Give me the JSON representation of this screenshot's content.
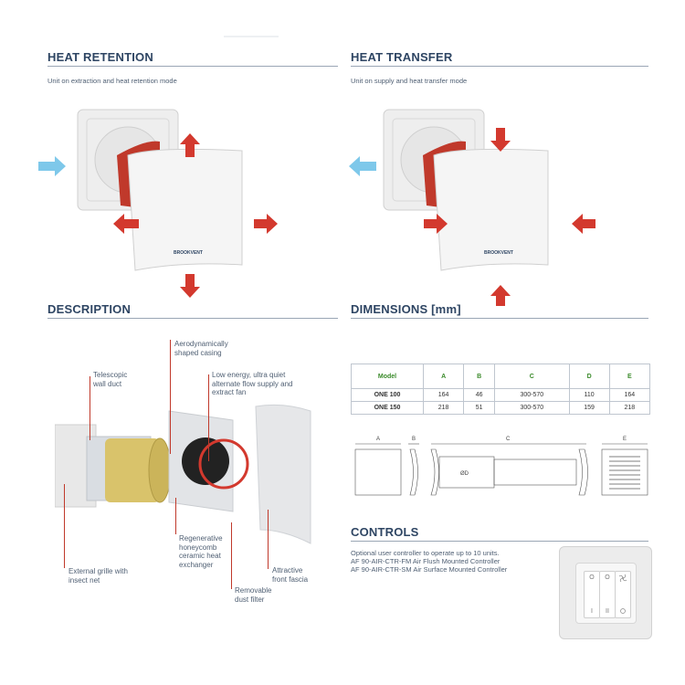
{
  "sections": {
    "heat_retention": {
      "title": "HEAT RETENTION",
      "subtitle": "Unit on extraction and heat retention mode"
    },
    "heat_transfer": {
      "title": "HEAT TRANSFER",
      "subtitle": "Unit on supply and heat transfer mode"
    },
    "description": {
      "title": "DESCRIPTION"
    },
    "dimensions": {
      "title": "DIMENSIONS [mm]"
    },
    "controls": {
      "title": "CONTROLS"
    }
  },
  "brand": "BROOKVENT",
  "callouts": {
    "casing": [
      "Aerodynamically",
      "shaped casing"
    ],
    "duct": [
      "Telescopic",
      "wall duct"
    ],
    "fan": [
      "Low energy, ultra quiet",
      "alternate flow supply and",
      "extract fan"
    ],
    "grille": [
      "External grille with",
      "insect net"
    ],
    "honeycomb": [
      "Regenerative",
      "honeycomb",
      "ceramic heat",
      "exchanger"
    ],
    "fascia": [
      "Attractive",
      "front fascia"
    ],
    "filter": [
      "Removable",
      "dust filter"
    ]
  },
  "dim_table": {
    "headers": [
      "Model",
      "A",
      "B",
      "C",
      "D",
      "E"
    ],
    "rows": [
      [
        "ONE 100",
        "164",
        "46",
        "300-570",
        "110",
        "164"
      ],
      [
        "ONE 150",
        "218",
        "51",
        "300-570",
        "159",
        "218"
      ]
    ]
  },
  "dim_labels": {
    "a": "A",
    "b": "B",
    "c": "C",
    "d": "ØD",
    "e": "E"
  },
  "controls": {
    "lines": [
      "Optional user controller to operate up to 10 units.",
      "AF 90-AIR-CTR-FM Air Flush Mounted Controller",
      "AF 90-AIR-CTR-SM Air Surface Mounted Controller"
    ],
    "switch_symbols": [
      "O",
      "I",
      "O",
      "II",
      "fan-symbol",
      "dial-symbol"
    ]
  },
  "colors": {
    "heading": "#2e4563",
    "arrow_red": "#d3392e",
    "arrow_blue": "#7ec8ea",
    "duct_red": "#c0392b",
    "table_header": "#3a8a2a"
  }
}
